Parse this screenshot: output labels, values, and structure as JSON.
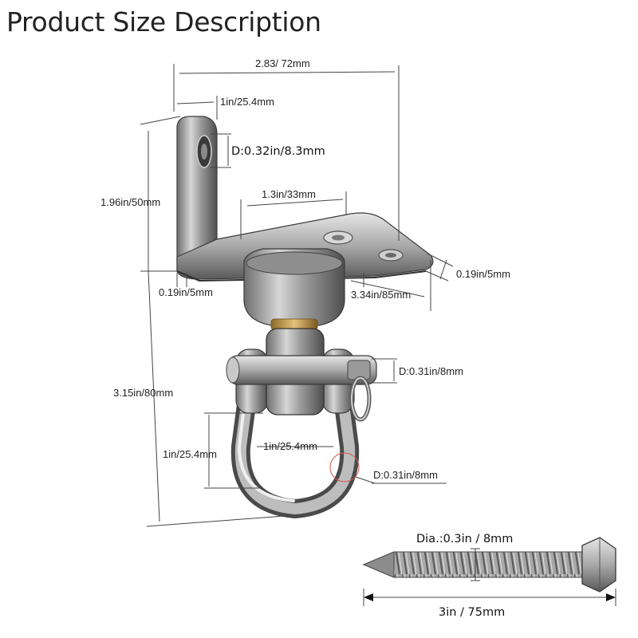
{
  "title": "Product Size Description",
  "dimensions": {
    "total_width": "2.83/ 72mm",
    "plate_width": "1in/25.4mm",
    "hole_diameter": "D:0.32in/8.3mm",
    "plate_height": "1.96in/50mm",
    "base_to_swivel": "1.3in/33mm",
    "plate_thickness_right": "0.19in/5mm",
    "plate_thickness_left": "0.19in/5mm",
    "plate_length": "3.34in/85mm",
    "pin_diameter": "D:0.31in/8mm",
    "overall_height": "3.15in/80mm",
    "shackle_height": "1in/25.4mm",
    "shackle_width": "1in/25.4mm",
    "shackle_rod_diameter": "D:0.31in/8mm"
  },
  "screw": {
    "diameter": "Dia.:0.3in / 8mm",
    "length": "3in / 75mm"
  }
}
